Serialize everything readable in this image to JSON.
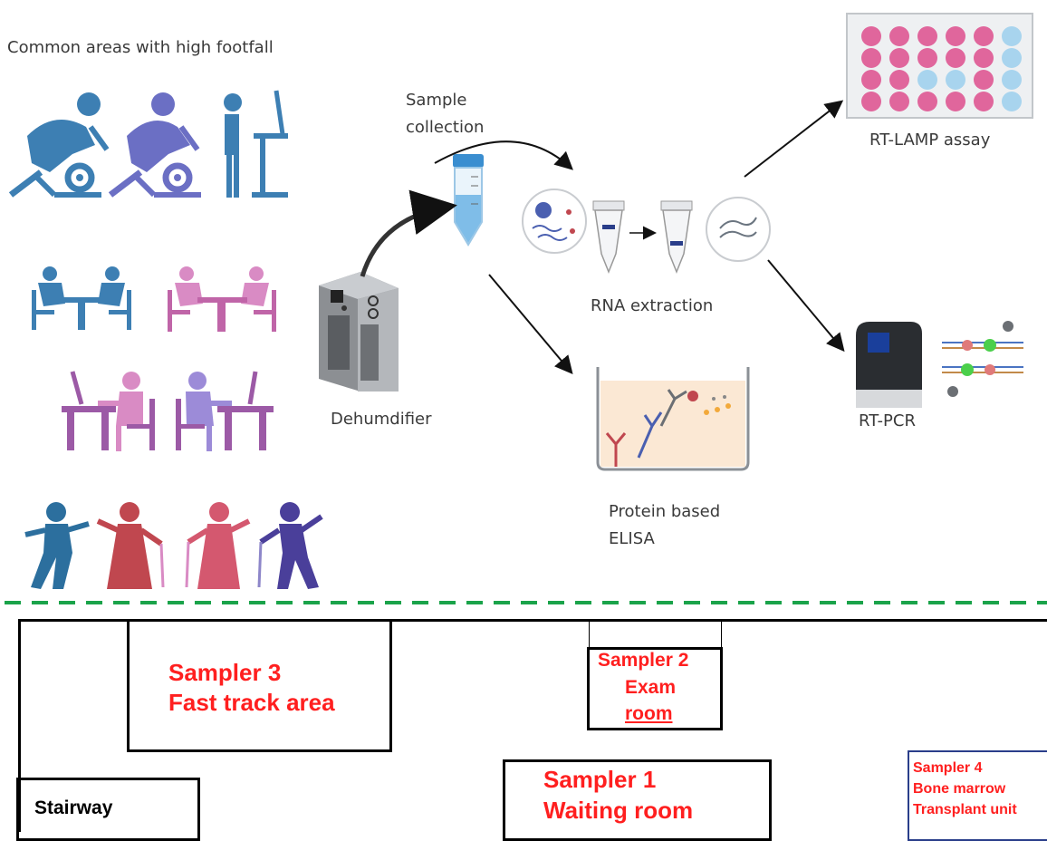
{
  "top_labels": {
    "common_areas": "Common areas with high footfall",
    "sample_collection_line1": "Sample",
    "sample_collection_line2": "collection",
    "dehumidifier": "Dehumdifier",
    "rna_extraction": "RNA extraction",
    "rt_lamp": "RT-LAMP assay",
    "rt_pcr": "RT-PCR",
    "elisa_line1": "Protein based",
    "elisa_line2": "ELISA"
  },
  "floor_plan": {
    "sampler3_line1": "Sampler 3",
    "sampler3_line2": "Fast track area",
    "sampler2_line1": "Sampler 2",
    "sampler2_line2": "Exam",
    "sampler2_line3": "room",
    "sampler1_line1": "Sampler 1",
    "sampler1_line2": "Waiting room",
    "sampler4_line1": "Sampler 4",
    "sampler4_line2": "Bone marrow",
    "sampler4_line3": "Transplant unit",
    "stairway": "Stairway"
  },
  "colors": {
    "divider": "#1aa34a",
    "sampler_text": "#ff1f1f",
    "blue_people": "#3d7fb3",
    "pink_people": "#d98bc4",
    "purple_people": "#9c5aa6",
    "plate_pink": "#e0669c",
    "plate_blue": "#a8d4ee"
  }
}
